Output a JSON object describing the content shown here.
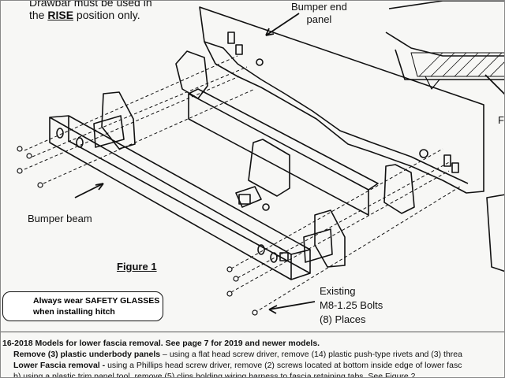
{
  "top_note": {
    "line1": "Drawbar must be used in",
    "line2_pre": "the ",
    "line2_rise": "RISE",
    "line2_post": " position only."
  },
  "labels": {
    "bumper_end_panel_l1": "Bumper end",
    "bumper_end_panel_l2": "panel",
    "bumper_beam": "Bumper beam",
    "figure": "Figure 1",
    "existing_l1": "Existing",
    "existing_l2": "M8-1.25  Bolts",
    "existing_l3": "(8) Places",
    "f_partial": "F"
  },
  "warning": {
    "line1": "Always wear SAFETY GLASSES",
    "line2": "when installing hitch"
  },
  "instructions": {
    "line1": "16-2018 Models for lower fascia removal. See page 7 for 2019 and newer models.",
    "line2_bold": "Remove (3) plastic underbody panels",
    "line2_rest": " – using a flat head screw driver, remove (14) plastic push-type rivets and (3) threa",
    "line3_bold": "Lower Fascia removal - ",
    "line3_rest": "using a Phillips head screw driver, remove (2) screws located at bottom inside edge of lower fasc",
    "line4": "b) using a plastic trim panel tool, remove (5) clips holding wiring harness to fascia retaining tabs. See Figure 2."
  }
}
